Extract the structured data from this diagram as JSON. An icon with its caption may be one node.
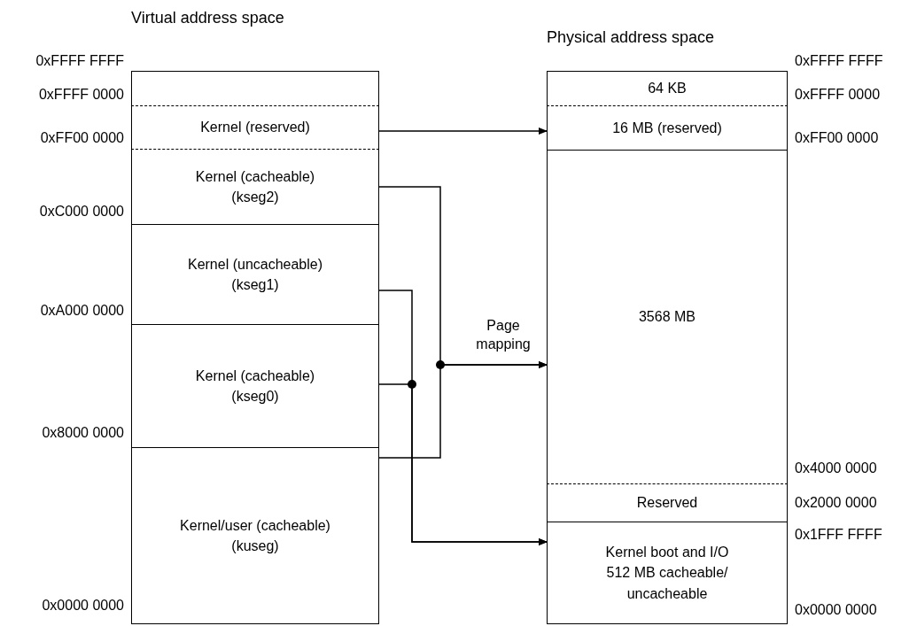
{
  "diagram": {
    "nodes": [
      {
        "text": [
          "Virtual address space"
        ]
      },
      {
        "text": [],
        "shape": "box",
        "in": 0
      },
      {
        "text": [
          "Kernel (reserved)"
        ],
        "in": 0
      },
      {
        "text": [
          "Kernel (cacheable) (kseg2)"
        ],
        "in": 0
      },
      {
        "text": [
          "Kernel (uncacheable) (kseg1)"
        ],
        "in": 0
      },
      {
        "text": [
          "Kernel (cacheable) (kseg0)"
        ],
        "in": 0
      },
      {
        "text": [
          "Kernel/user (cacheable) (kuseg)"
        ],
        "in": 0
      },
      {
        "text": [
          "Physical address space"
        ]
      },
      {
        "text": [
          "64 KB"
        ],
        "in": 7
      },
      {
        "text": [
          "16 MB (reserved)"
        ],
        "in": 7
      },
      {
        "text": [
          "3568 MB"
        ],
        "in": 7
      },
      {
        "text": [
          "Reserved"
        ],
        "in": 7
      },
      {
        "text": [
          "Kernel boot and I/O 512 MB cacheable/ uncacheable"
        ],
        "in": 7
      }
    ],
    "edges": [
      {
        "from": 2,
        "to": 9,
        "arrow": "to"
      },
      {
        "from": 3,
        "to": 10,
        "arrow": "to",
        "label": "Page mapping"
      },
      {
        "from": 6,
        "to": 10,
        "arrow": "to"
      },
      {
        "from": 4,
        "to": 12,
        "arrow": "to"
      },
      {
        "from": 5,
        "to": 12,
        "arrow": "to"
      }
    ],
    "labels": [
      "0xFFFF FFFF",
      "0xFFFF 0000",
      "0xFF00 0000",
      "0xC000 0000",
      "0xA000 0000",
      "0x8000 0000",
      "0x0000 0000",
      "0xFFFF FFFF",
      "0xFFFF 0000",
      "0xFF00 0000",
      "0x4000 0000",
      "0x2000 0000",
      "0x1FFF FFFF",
      "0x0000 0000"
    ]
  }
}
